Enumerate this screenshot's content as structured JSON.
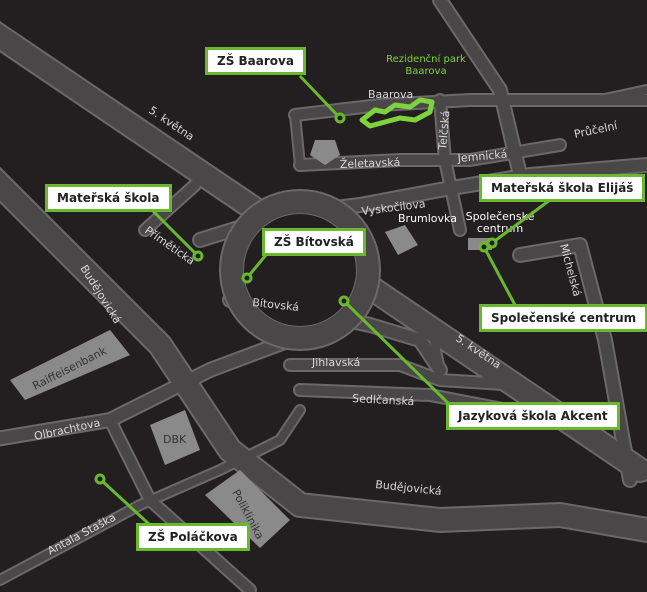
{
  "colors": {
    "background": "#231f20",
    "road": "#4a4748",
    "road_edge": "#6b6869",
    "building": "#8a8a8a",
    "accent": "#6ab82e",
    "park": "#7ed23c"
  },
  "streets": {
    "may5_upper": "5. května",
    "may5_lower": "5. května",
    "baarova": "Baarova",
    "zeletavska": "Želetavská",
    "jemnicka": "Jemnická",
    "telcska": "Telčská",
    "pruceni": "Průčelní",
    "vyskocilova": "Vyskočilova",
    "primetická": "Přímětická",
    "budejovicka_left": "Budějovická",
    "bitovska": "Bítovská",
    "jihlavska": "Jihlavská",
    "sedlcanska": "Sedlčanská",
    "michelska": "Michelská",
    "olbrachtova": "Olbrachtova",
    "budejovicka_bottom": "Budějovická",
    "antala_staska": "Antala Staška"
  },
  "buildings": {
    "brumlovka": "Brumlovka",
    "spolecenske": [
      "Společenské",
      "centrum"
    ],
    "raiffeisenbank": "Raiffeisenbank",
    "dbk": "DBK",
    "poliklinika": "Poliklinika"
  },
  "park": {
    "line1": "Rezidenční park",
    "line2": "Baarova"
  },
  "pois": {
    "zs_baarova": "ZŠ Baarova",
    "materska_skola": "Mateřská škola",
    "zs_bitovska": "ZŠ Bítovská",
    "materska_skola_elijas": "Mateřská škola Elijáš",
    "spolecenske_centrum": "Společenské centrum",
    "jazykova_skola": "Jazyková škola Akcent",
    "zs_polackova": "ZŠ Poláčkova"
  }
}
